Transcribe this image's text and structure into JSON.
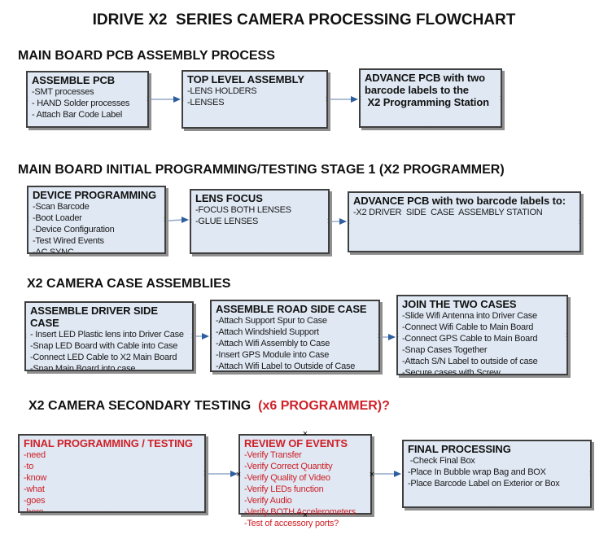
{
  "title": "IDRIVE X2  SERIES CAMERA PROCESSING FLOWCHART",
  "colors": {
    "box_fill": "#dfe8f3",
    "box_border": "#3f3f3f",
    "box_shadow": "#8f8f8f",
    "red_text": "#cf2128",
    "arrow_line": "#93a9c7",
    "arrow_head": "#2d5e9e"
  },
  "icons": {
    "glue_point": "×",
    "connector": "right-arrow"
  },
  "sections": [
    {
      "heading": "MAIN BOARD PCB ASSEMBLY PROCESS",
      "boxes": [
        {
          "title": "ASSEMBLE PCB",
          "items": [
            "-SMT processes",
            "- HAND Solder processes",
            "- Attach Bar Code Label"
          ]
        },
        {
          "title": "TOP LEVEL ASSEMBLY",
          "items": [
            "-LENS HOLDERS",
            "-LENSES"
          ]
        },
        {
          "title": "ADVANCE PCB with two barcode labels to the\n X2 Programming Station",
          "items": []
        }
      ]
    },
    {
      "heading": "MAIN BOARD INITIAL PROGRAMMING/TESTING STAGE 1 (X2 PROGRAMMER)",
      "boxes": [
        {
          "title": "DEVICE PROGRAMMING",
          "items": [
            "-Scan Barcode",
            "-Boot Loader",
            "-Device Configuration",
            "-Test Wired Events",
            "-AC SYNC"
          ]
        },
        {
          "title": "LENS FOCUS",
          "items": [
            "-FOCUS BOTH LENSES",
            "-GLUE LENSES"
          ]
        },
        {
          "title": "ADVANCE PCB with two barcode labels to:",
          "items": [
            "-X2 DRIVER  SIDE  CASE  ASSEMBLY STATION"
          ]
        }
      ]
    },
    {
      "heading": "X2 CAMERA CASE ASSEMBLIES",
      "boxes": [
        {
          "title": "ASSEMBLE DRIVER SIDE CASE",
          "items": [
            "- Insert LED Plastic lens into Driver Case",
            "-Snap LED Board with Cable into Case",
            "-Connect LED Cable to X2 Main Board",
            "-Snap Main Board into case"
          ]
        },
        {
          "title": "ASSEMBLE ROAD SIDE CASE",
          "items": [
            "-Attach Support Spur to Case",
            "-Attach Windshield Support",
            "-Attach Wifi Assembly to Case",
            "-Insert GPS Module into Case",
            "-Attach Wifi Label to Outside of Case"
          ]
        },
        {
          "title": "JOIN THE TWO CASES",
          "items": [
            "-Slide Wifi Antenna into Driver Case",
            "-Connect Wifi Cable to Main Board",
            "-Connect GPS Cable to Main Board",
            "-Snap Cases Together",
            "-Attach S/N Label to outside of case",
            "-Secure cases with Screw"
          ]
        }
      ]
    },
    {
      "heading": "X2 CAMERA SECONDARY TESTING ",
      "heading_red": " (x6 PROGRAMMER)?",
      "boxes": [
        {
          "title": "FINAL PROGRAMMING / TESTING",
          "items": [
            "-need",
            "-to",
            "-know",
            "-what",
            "-goes",
            "-here"
          ]
        },
        {
          "title": "REVIEW OF EVENTS",
          "items": [
            "-Verify Transfer",
            "-Verify Correct Quantity",
            "-Verify Quality of Video",
            "-Verify LEDs function",
            "-Verify Audio",
            "-Verify BOTH Accelerometers",
            "-Test of accessory ports?"
          ]
        },
        {
          "title": "FINAL PROCESSING",
          "items": [
            " -Check Final Box",
            "-Place In Bubble wrap Bag and BOX",
            "-Place Barcode Label on Exterior or Box"
          ]
        }
      ]
    }
  ]
}
